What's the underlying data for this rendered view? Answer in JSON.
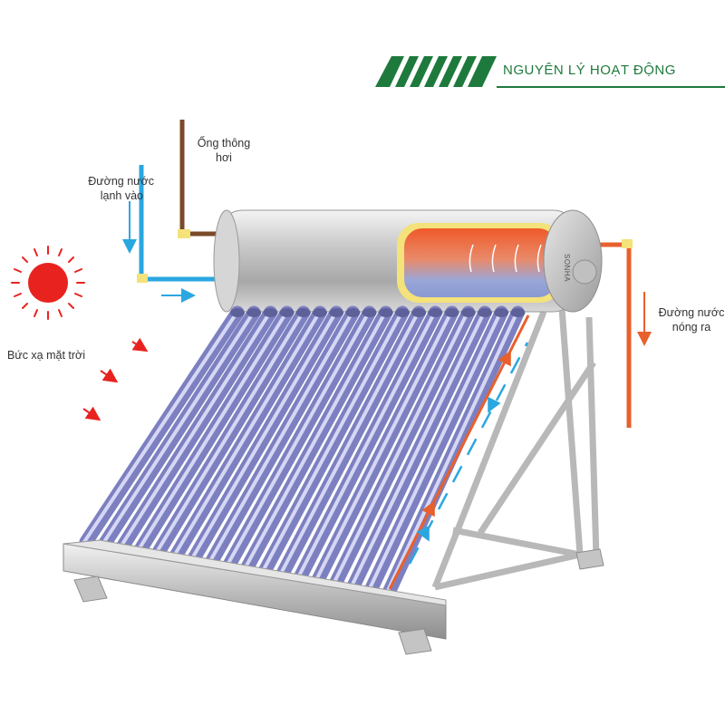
{
  "header": {
    "title": "NGUYÊN LÝ HOẠT ĐỘNG",
    "accent_color": "#1e7a3c"
  },
  "labels": {
    "vent_pipe_line1": "Ống thông",
    "vent_pipe_line2": "hơi",
    "cold_water_in_line1": "Đường nước",
    "cold_water_in_line2": "lạnh vào",
    "hot_water_out_line1": "Đường nước",
    "hot_water_out_line2": "nóng ra",
    "solar_radiation": "Bức xạ mặt trời"
  },
  "brand": "SONHA",
  "colors": {
    "cold": "#2aa7e0",
    "hot": "#e8602c",
    "sun": "#e8231f",
    "vent": "#7a4a28",
    "tube": "#8c8fc8"
  }
}
